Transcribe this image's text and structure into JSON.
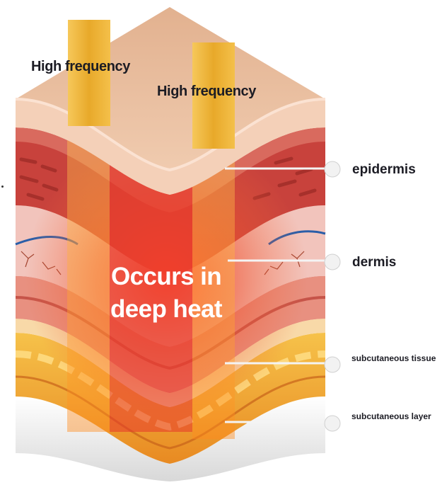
{
  "beam_labels": {
    "left": "High frequency",
    "right": "High frequency"
  },
  "center_text": {
    "line1": "Occurs in",
    "line2": "deep heat"
  },
  "layers": [
    {
      "label": "epidermis"
    },
    {
      "label": "dermis"
    },
    {
      "label": "subcutaneous tissue"
    },
    {
      "label": "subcutaneous layer"
    }
  ],
  "colors": {
    "top_skin": "#ecc0a2",
    "dermis_red": "#c8423c",
    "heat_core": "#e8362c",
    "fat_yellow": "#f0b02c",
    "beam_gold": "#e6b333",
    "vein_blue": "#2a5ea8"
  }
}
